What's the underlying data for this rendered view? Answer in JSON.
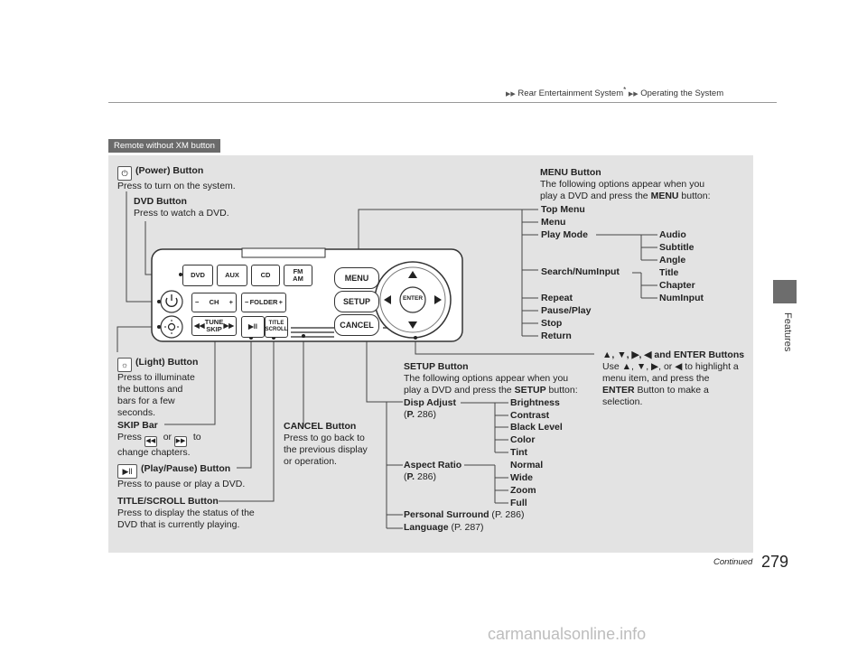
{
  "breadcrumb": {
    "part1": "Rear Entertainment System",
    "asterisk": "*",
    "part2": "Operating the System"
  },
  "side_tab": "Features",
  "tag": "Remote without XM button",
  "footer": {
    "continued": "Continued",
    "page": "279"
  },
  "watermark": "carmanualsonline.info",
  "remote": {
    "dvd": "DVD",
    "aux": "AUX",
    "cd": "CD",
    "fm": "FM",
    "am": "AM",
    "ch": "CH",
    "folder": "FOLDER",
    "tune": "TUNE",
    "skip": "SKIP",
    "title": "TITLE",
    "scroll": "SCROLL",
    "menu": "MENU",
    "setup": "SETUP",
    "cancel": "CANCEL",
    "enter": "ENTER",
    "minus": "−",
    "plus": "+",
    "play_pause": "▶ll",
    "prev": "◀◀",
    "next": "▶▶"
  },
  "labels": {
    "power_title": "(Power) Button",
    "power_desc": "Press to turn on the system.",
    "dvd_title": "DVD Button",
    "dvd_desc": "Press to watch a DVD.",
    "light_title": "(Light) Button",
    "light_desc_1": "Press to illuminate",
    "light_desc_2": "the buttons and",
    "light_desc_3": "bars for a few",
    "light_desc_4": "seconds.",
    "skip_title": "SKIP Bar",
    "skip_desc_1a": "Press",
    "skip_desc_1b": "or",
    "skip_desc_1c": "to",
    "skip_desc_2": "change chapters.",
    "play_title": "(Play/Pause) Button",
    "play_desc": "Press to pause or play a DVD.",
    "title_title": "TITLE/SCROLL Button",
    "title_desc_1": "Press to display the status of the",
    "title_desc_2": "DVD that is currently playing.",
    "cancel_title": "CANCEL Button",
    "cancel_desc_1": "Press to go back to",
    "cancel_desc_2": "the previous display",
    "cancel_desc_3": "or operation.",
    "menu_title": "MENU Button",
    "menu_desc_1": "The following options appear when you",
    "menu_desc_2": "play a DVD and press the",
    "menu_desc_bold": "MENU",
    "menu_desc_3": "button:",
    "arrows_title": "▲, ▼, ▶, ◀ and ENTER Buttons",
    "arrows_desc_1": "Use ▲, ▼, ▶, or ◀ to highlight a",
    "arrows_desc_2": "menu item, and press the",
    "arrows_desc_3_bold": "ENTER",
    "arrows_desc_3": "Button to make a",
    "arrows_desc_4": "selection.",
    "setup_title": "SETUP Button",
    "setup_desc_1": "The following options appear when you",
    "setup_desc_2": "play a DVD and press the",
    "setup_desc_bold": "SETUP",
    "setup_desc_3": "button:"
  },
  "menu_options": {
    "top_menu": "Top Menu",
    "menu": "Menu",
    "play_mode": "Play Mode",
    "search": "Search/NumInput",
    "repeat": "Repeat",
    "pause_play": "Pause/Play",
    "stop": "Stop",
    "return": "Return",
    "play_mode_sub": [
      "Audio",
      "Subtitle",
      "Angle"
    ],
    "search_sub": [
      "Title",
      "Chapter",
      "NumInput"
    ]
  },
  "setup_options": {
    "disp_adjust": "Disp Adjust",
    "disp_ref_p": "P.",
    "disp_ref_num": "286",
    "disp_sub": [
      "Brightness",
      "Contrast",
      "Black Level",
      "Color",
      "Tint"
    ],
    "aspect": "Aspect Ratio",
    "aspect_ref_p": "P.",
    "aspect_ref_num": "286",
    "aspect_sub": [
      "Normal",
      "Wide",
      "Zoom",
      "Full"
    ],
    "surround": "Personal Surround",
    "surround_ref": "P. 286",
    "language": "Language",
    "language_ref": "P. 287"
  },
  "colors": {
    "panel": "#e3e3e3",
    "tab": "#6d6d6d",
    "tag": "#6b6b6b"
  }
}
